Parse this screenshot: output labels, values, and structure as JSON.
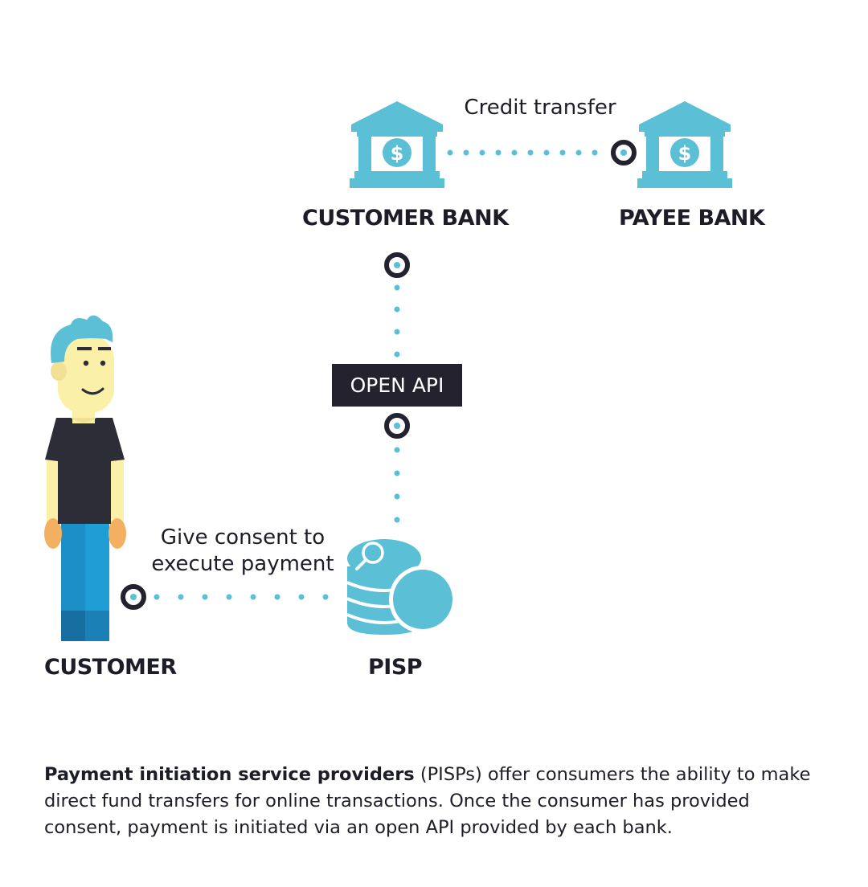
{
  "nodes": {
    "customer_bank": "CUSTOMER BANK",
    "payee_bank": "PAYEE BANK",
    "customer": "CUSTOMER",
    "pisp": "PISP"
  },
  "edges": {
    "credit_transfer": "Credit transfer",
    "consent_line1": "Give consent to",
    "consent_line2": "execute payment",
    "open_api": "OPEN API"
  },
  "caption": {
    "bold_lead": "Payment initiation service providers",
    "line1_rest": " (PISPs) offer consumers the ability to make",
    "line2": "direct fund transfers for online transactions. Once the consumer has provided",
    "line3": "consent, payment is initiated via an open API provided by each bank."
  },
  "colors": {
    "accent": "#5bbfd6",
    "dark": "#23222e",
    "skin": "#faf0a8",
    "jeans": "#1b8fc6"
  },
  "icons": [
    "bank-icon",
    "dollar-icon",
    "database-icon",
    "magnifier-icon",
    "coin-icon",
    "connector-ring-icon"
  ]
}
